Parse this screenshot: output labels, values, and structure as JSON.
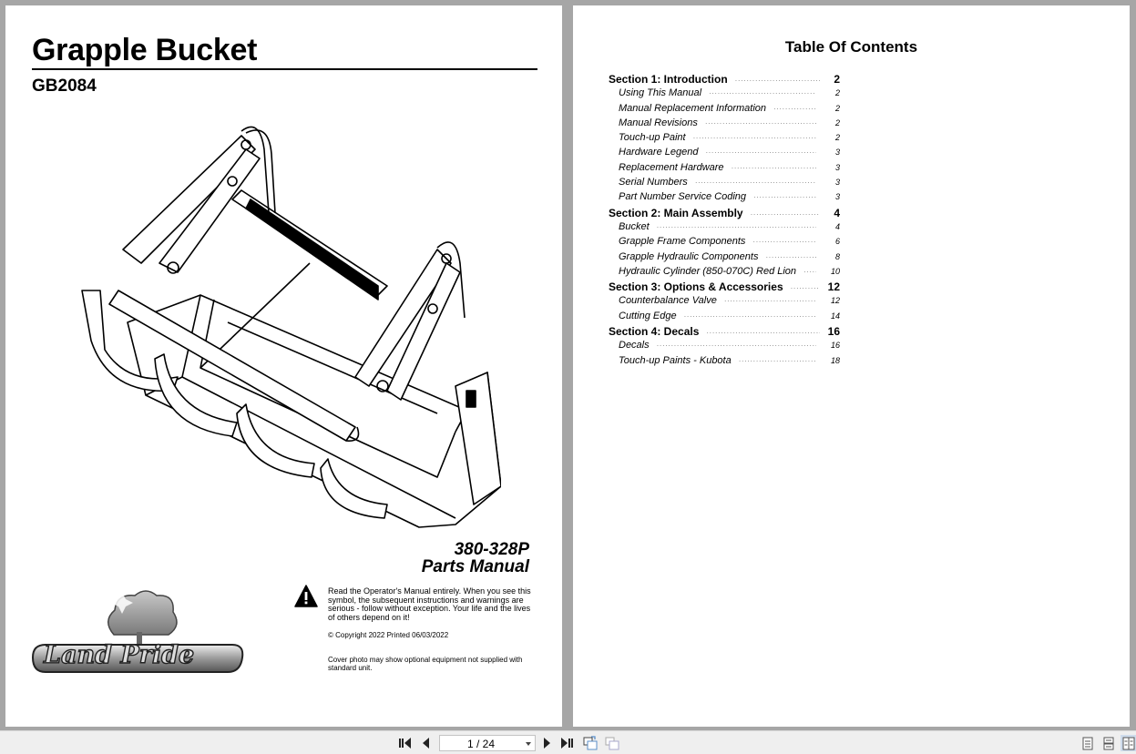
{
  "left_page": {
    "title": "Grapple Bucket",
    "model": "GB2084",
    "manual_number": "380-328P",
    "manual_type": "Parts Manual",
    "warning_text": "Read the Operator's Manual entirely. When you see this symbol, the subsequent instructions and warnings are serious - follow without exception. Your life and the lives of others depend on it!",
    "copyright": "© Copyright 2022 Printed 06/03/2022",
    "cover_note": "Cover photo may show optional equipment not supplied with standard unit.",
    "logo_text": "Land Pride"
  },
  "right_page": {
    "toc_title": "Table Of Contents",
    "entries": [
      {
        "type": "section",
        "label": "Section 1: Introduction",
        "page": "2"
      },
      {
        "type": "sub",
        "label": "Using This Manual",
        "page": "2"
      },
      {
        "type": "sub",
        "label": "Manual Replacement Information",
        "page": "2"
      },
      {
        "type": "sub",
        "label": "Manual Revisions",
        "page": "2"
      },
      {
        "type": "sub",
        "label": "Touch-up Paint",
        "page": "2"
      },
      {
        "type": "sub",
        "label": "Hardware Legend",
        "page": "3"
      },
      {
        "type": "sub",
        "label": "Replacement Hardware",
        "page": "3"
      },
      {
        "type": "sub",
        "label": "Serial Numbers",
        "page": "3"
      },
      {
        "type": "sub",
        "label": "Part Number Service Coding",
        "page": "3"
      },
      {
        "type": "section",
        "label": "Section 2: Main Assembly",
        "page": "4"
      },
      {
        "type": "sub",
        "label": "Bucket",
        "page": "4"
      },
      {
        "type": "sub",
        "label": "Grapple Frame Components",
        "page": "6"
      },
      {
        "type": "sub",
        "label": "Grapple Hydraulic Components",
        "page": "8"
      },
      {
        "type": "sub",
        "label": "Hydraulic Cylinder (850-070C) Red Lion",
        "page": "10"
      },
      {
        "type": "section",
        "label": "Section 3: Options & Accessories",
        "page": "12"
      },
      {
        "type": "sub",
        "label": "Counterbalance Valve",
        "page": "12"
      },
      {
        "type": "sub",
        "label": "Cutting Edge",
        "page": "14"
      },
      {
        "type": "section",
        "label": "Section 4: Decals",
        "page": "16"
      },
      {
        "type": "sub",
        "label": "Decals",
        "page": "16"
      },
      {
        "type": "sub",
        "label": "Touch-up Paints - Kubota",
        "page": "18"
      }
    ]
  },
  "toolbar": {
    "page_indicator": "1 / 24",
    "buttons": [
      "first-page",
      "previous-page",
      "next-page",
      "last-page",
      "rotate-clockwise",
      "rotate-counterclockwise",
      "single-page-view",
      "continuous-view",
      "two-page-view"
    ]
  },
  "colors": {
    "viewer_bg": "#a6a6a6",
    "page_bg": "#ffffff",
    "toolbar_bg": "#efefef",
    "icon_dark": "#222222",
    "icon_blue": "#5b8fc9"
  }
}
